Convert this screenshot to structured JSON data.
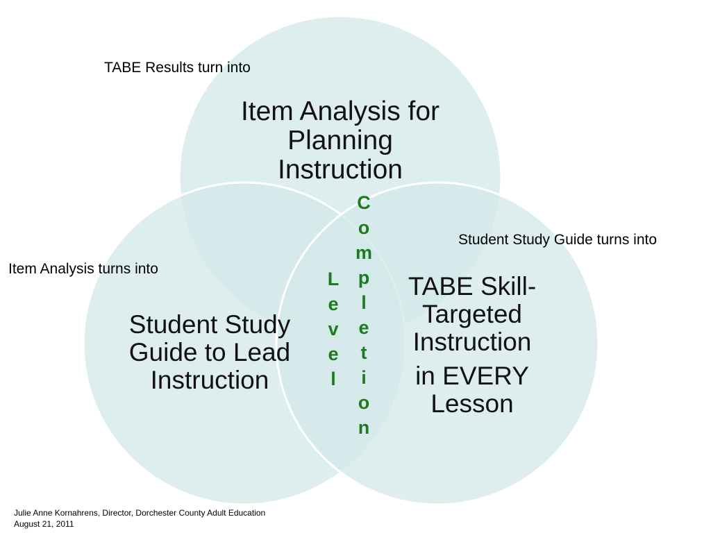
{
  "captions": {
    "top": "TABE Results turn into",
    "left": "Item Analysis turns into",
    "right": "Student Study Guide turns into"
  },
  "circles": {
    "top": {
      "text": [
        "Item Analysis for",
        "Planning",
        "Instruction"
      ]
    },
    "left": {
      "text": [
        "Student Study",
        "Guide to Lead",
        "Instruction"
      ]
    },
    "right": {
      "text": [
        "TABE Skill-",
        "Targeted",
        "Instruction"
      ],
      "text2": [
        "in EVERY",
        "Lesson"
      ]
    }
  },
  "center": {
    "completion": "Completion",
    "level": "Level"
  },
  "footer": {
    "line1": "Julie Anne Kornahrens, Director, Dorchester County Adult Education",
    "line2": "August 21, 2011"
  },
  "colors": {
    "circle_fill": "#d3e8e9",
    "circle_stroke": "#ffffff",
    "vertical_text": "#1e7a1e"
  }
}
